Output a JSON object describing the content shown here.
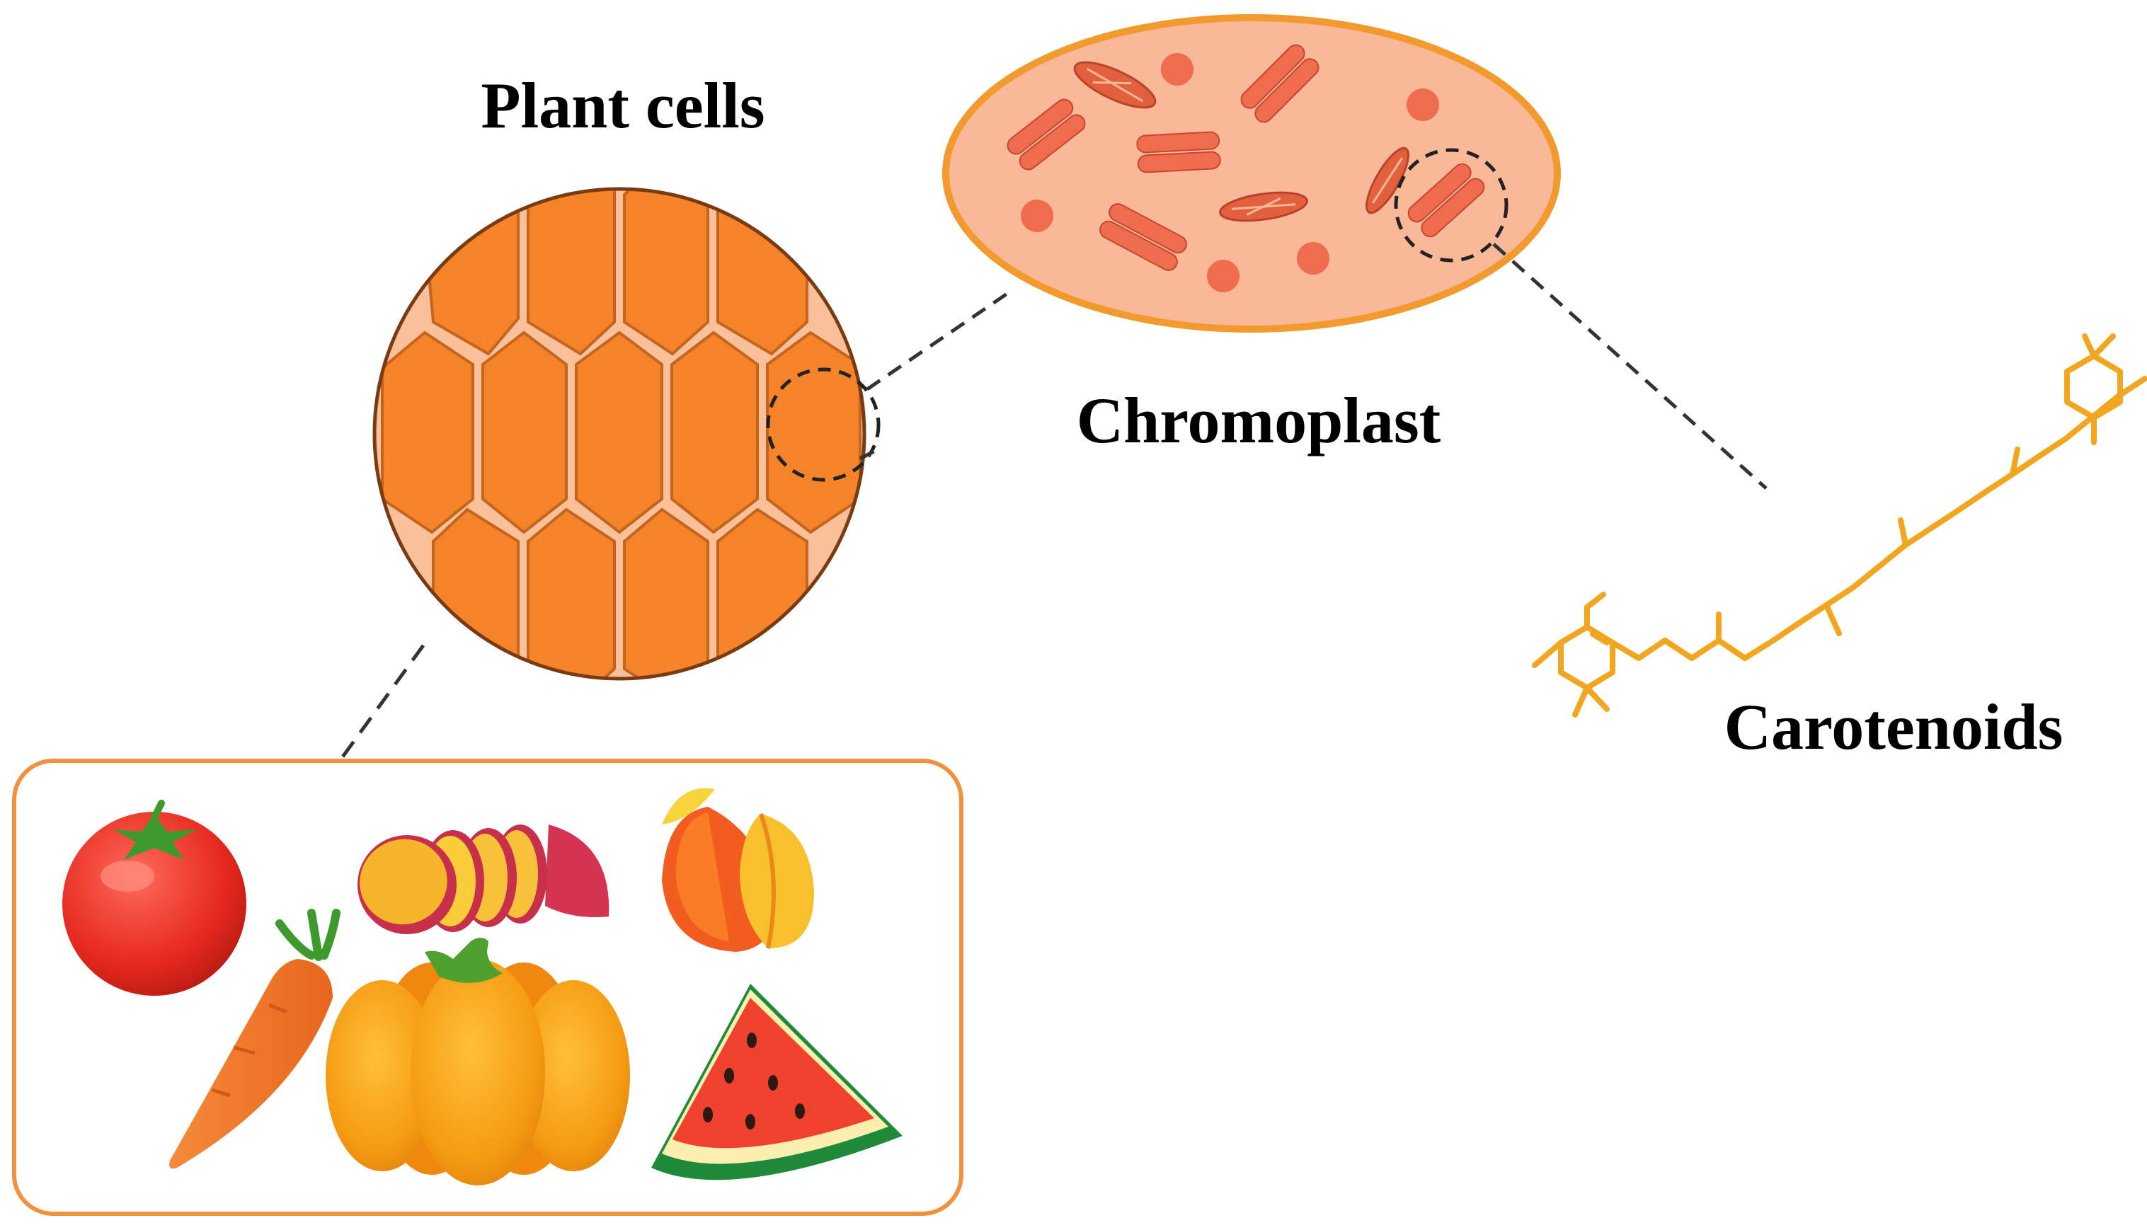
{
  "labels": {
    "plant_cells": "Plant cells",
    "chromoplast": "Chromoplast",
    "carotenoids": "Carotenoids"
  },
  "colors": {
    "cell_fill": "#F5832A",
    "cell_border": "#C5641C",
    "circle_outline": "#7A3B12",
    "chromoplast_fill": "#F9B898",
    "chromoplast_border": "#F39A2E",
    "organelle": "#EF6C4E",
    "molecule": "#F2A51E",
    "food_box_border": "#F2913D"
  },
  "foods": {
    "items": [
      "tomato",
      "sweet potato slices",
      "peach",
      "carrot",
      "pumpkin",
      "watermelon slice"
    ]
  }
}
